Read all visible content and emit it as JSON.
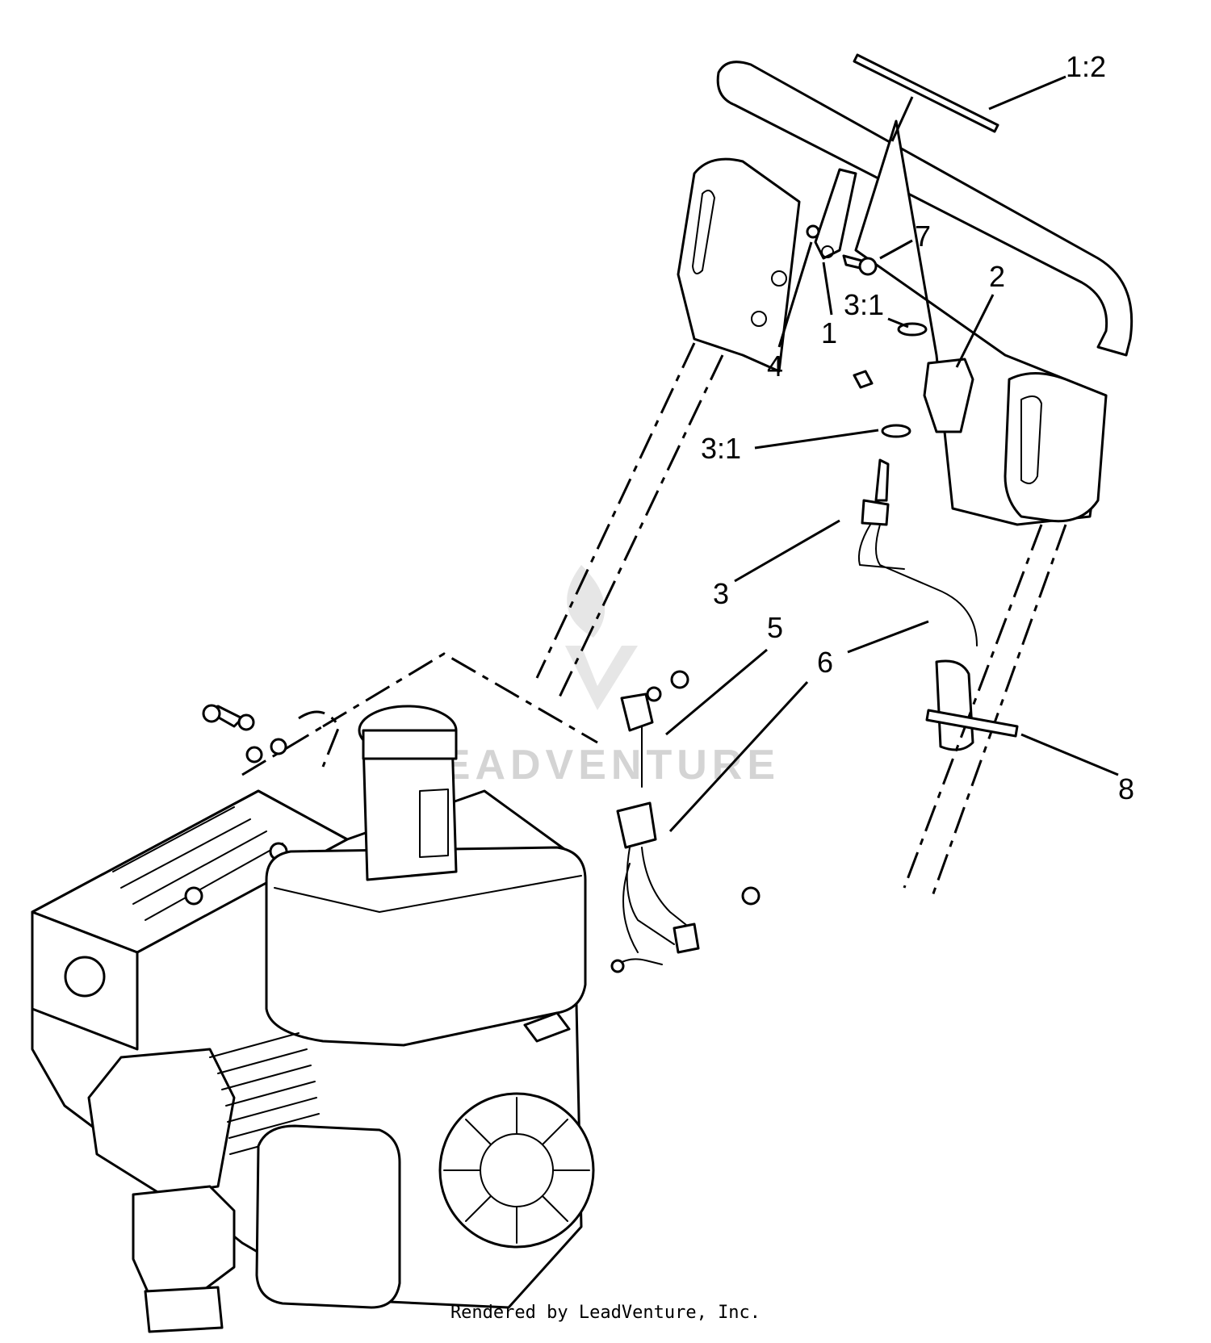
{
  "callouts": {
    "c_1_2": "1:2",
    "c_7": "7",
    "c_2": "2",
    "c_3_1_top": "3:1",
    "c_1": "1",
    "c_4": "4",
    "c_3_1_bottom": "3:1",
    "c_3": "3",
    "c_5": "5",
    "c_6": "6",
    "c_8": "8"
  },
  "watermark": {
    "text": "LEADVENTURE"
  },
  "footer": {
    "text": "Rendered by LeadVenture, Inc."
  }
}
